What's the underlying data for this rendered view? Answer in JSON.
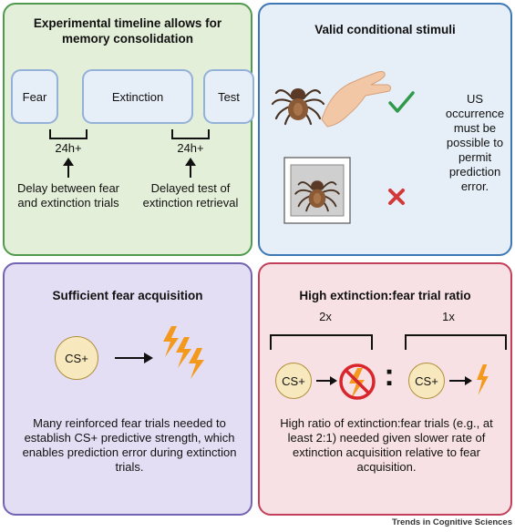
{
  "timeline": {
    "title": "Experimental timeline allows for memory consolidation",
    "fear": "Fear",
    "extinction": "Extinction",
    "test": "Test",
    "delay1": "24h+",
    "delay2": "24h+",
    "note1": "Delay between fear and extinction trials",
    "note2": "Delayed test of extinction retrieval"
  },
  "stimuli": {
    "title": "Valid conditional stimuli",
    "text": "US occurrence must be possible to permit prediction error."
  },
  "acquisition": {
    "title": "Sufficient fear acquisition",
    "cs": "CS+",
    "text": "Many reinforced fear trials needed to establish CS+ predictive strength, which enables prediction error during extinction trials."
  },
  "ratio": {
    "title": "High extinction:fear trial ratio",
    "left_mult": "2x",
    "right_mult": "1x",
    "cs_left": "CS+",
    "cs_right": "CS+",
    "colon": ":",
    "text": "High ratio of extinction:fear trials (e.g., at least 2:1) needed given slower rate of extinction acquisition relative to fear acquisition."
  },
  "footer": "Trends in Cognitive Sciences",
  "colors": {
    "bolt": "#f39a1e",
    "check": "#2e9a4a",
    "cross": "#d23a3a",
    "no_sign": "#d8262c"
  }
}
